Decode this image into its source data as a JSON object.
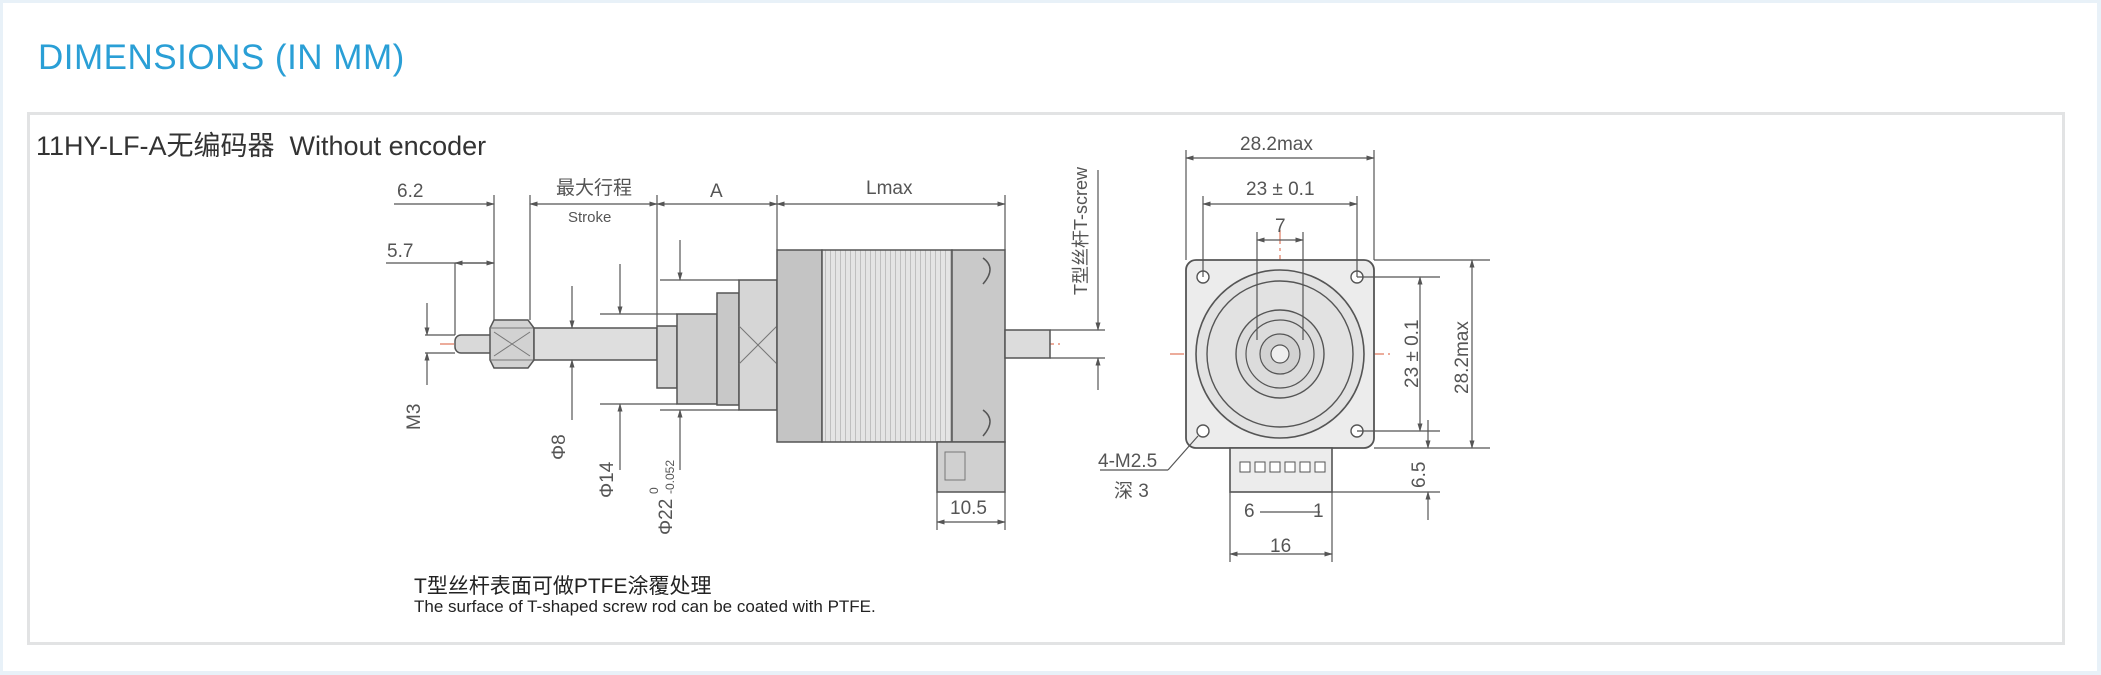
{
  "title": "DIMENSIONS (IN MM)",
  "heading": "11HY-LF-A无编码器  Without encoder",
  "side_view": {
    "dim_6_2": "6.2",
    "stroke_cn": "最大行程",
    "stroke_en": "Stroke",
    "dim_a": "A",
    "dim_lmax": "Lmax",
    "dim_5_7": "5.7",
    "screw_label": "T型丝杆T-screw",
    "dim_m3": "M3",
    "dim_phi8": "Φ8",
    "dim_phi14": "Φ14",
    "dim_phi22": "Φ22",
    "dim_phi22_upper": "0",
    "dim_phi22_lower": "-0.052",
    "dim_10_5": "10.5"
  },
  "front_view": {
    "dim_28_2_top": "28.2max",
    "dim_23_top": "23 ± 0.1",
    "dim_7": "7",
    "dim_23_side": "23 ± 0.1",
    "dim_28_2_side": "28.2max",
    "holes": "4-M2.5",
    "hole_depth": "深 3",
    "dim_6_5": "6.5",
    "pin_first": "6",
    "pin_last": "1",
    "dim_16": "16"
  },
  "note": {
    "cn": "T型丝杆表面可做PTFE涂覆处理",
    "en": "The surface of T-shaped screw rod can be coated with PTFE."
  },
  "colors": {
    "accent": "#2a9fd6",
    "frame": "#e2e3e4",
    "line": "#555555",
    "centerline": "#e07a5f"
  }
}
